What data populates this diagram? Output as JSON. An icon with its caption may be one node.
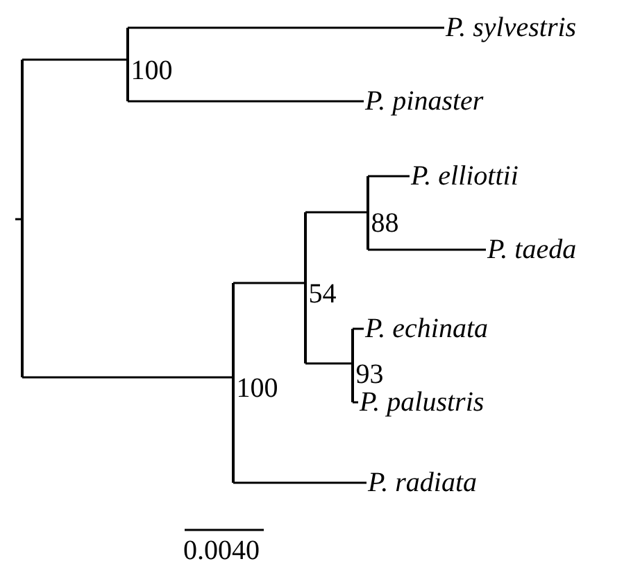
{
  "diagram": {
    "nodes": [
      {
        "text": [],
        "shape": "bar"
      },
      {
        "text": [],
        "shape": "bar",
        "beside": [
          "100"
        ]
      },
      {
        "text": [
          "P. sylvestris"
        ]
      },
      {
        "text": [
          "P. pinaster"
        ]
      },
      {
        "text": [],
        "shape": "bar",
        "beside": [
          "100"
        ]
      },
      {
        "text": [],
        "shape": "bar",
        "beside": [
          "54"
        ]
      },
      {
        "text": [],
        "shape": "bar",
        "beside": [
          "88"
        ]
      },
      {
        "text": [
          "P. elliottii"
        ]
      },
      {
        "text": [
          "P. taeda"
        ]
      },
      {
        "text": [],
        "shape": "bar",
        "beside": [
          "93"
        ]
      },
      {
        "text": [
          "P. echinata"
        ]
      },
      {
        "text": [
          "P. palustris"
        ]
      },
      {
        "text": [
          "P. radiata"
        ]
      }
    ],
    "edges": [
      {
        "from": null,
        "to": 0,
        "arrow": "none"
      },
      {
        "from": 0,
        "to": 1,
        "arrow": "none"
      },
      {
        "from": 0,
        "to": 4,
        "arrow": "none"
      },
      {
        "from": 1,
        "to": 2,
        "arrow": "none"
      },
      {
        "from": 1,
        "to": 3,
        "arrow": "none"
      },
      {
        "from": 4,
        "to": 5,
        "arrow": "none"
      },
      {
        "from": 4,
        "to": 12,
        "arrow": "none"
      },
      {
        "from": 5,
        "to": 6,
        "arrow": "none"
      },
      {
        "from": 5,
        "to": 9,
        "arrow": "none"
      },
      {
        "from": 6,
        "to": 7,
        "arrow": "none"
      },
      {
        "from": 6,
        "to": 8,
        "arrow": "none"
      },
      {
        "from": 9,
        "to": 10,
        "arrow": "none"
      },
      {
        "from": 9,
        "to": 11,
        "arrow": "none"
      }
    ],
    "labels": [
      "0.0040"
    ]
  }
}
